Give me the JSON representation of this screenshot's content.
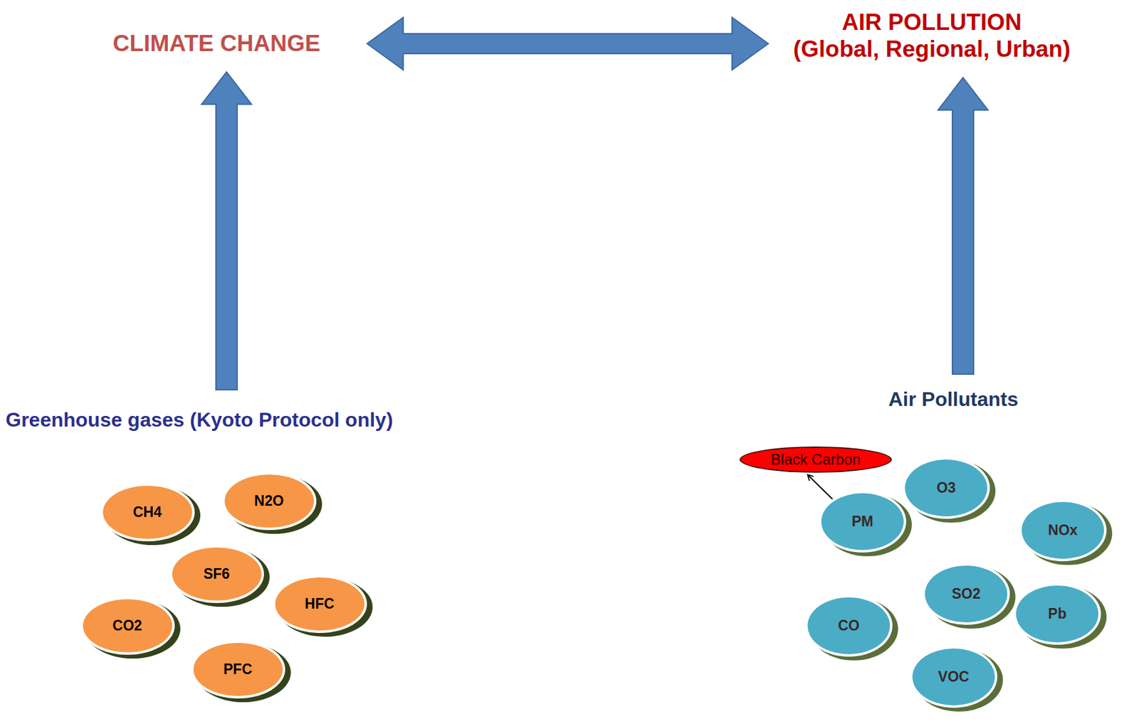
{
  "diagram": {
    "nodes": [
      {
        "text": [
          "CLIMATE CHANGE"
        ]
      },
      {
        "text": [
          "AIR POLLUTION",
          "(Global, Regional, Urban)"
        ]
      },
      {
        "text": [
          "Greenhouse gases (Kyoto Protocol only)"
        ]
      },
      {
        "text": [
          "CH4"
        ],
        "in": 2
      },
      {
        "text": [
          "N2O"
        ],
        "in": 2
      },
      {
        "text": [
          "SF6"
        ],
        "in": 2
      },
      {
        "text": [
          "HFC"
        ],
        "in": 2
      },
      {
        "text": [
          "CO2"
        ],
        "in": 2
      },
      {
        "text": [
          "PFC"
        ],
        "in": 2
      },
      {
        "text": [
          "Air Pollutants"
        ]
      },
      {
        "text": [
          "Black Carbon"
        ],
        "in": 9
      },
      {
        "text": [
          "O3"
        ],
        "in": 9
      },
      {
        "text": [
          "PM"
        ],
        "in": 9
      },
      {
        "text": [
          "NOx"
        ],
        "in": 9
      },
      {
        "text": [
          "SO2"
        ],
        "in": 9
      },
      {
        "text": [
          "Pb"
        ],
        "in": 9
      },
      {
        "text": [
          "CO"
        ],
        "in": 9
      },
      {
        "text": [
          "VOC"
        ],
        "in": 9
      }
    ],
    "edges": [
      {
        "from": 0,
        "to": 1,
        "arrow": "both"
      },
      {
        "from": 2,
        "to": 0,
        "arrow": "to"
      },
      {
        "from": 9,
        "to": 1,
        "arrow": "to"
      },
      {
        "from": 12,
        "to": 10,
        "arrow": "to"
      }
    ]
  }
}
